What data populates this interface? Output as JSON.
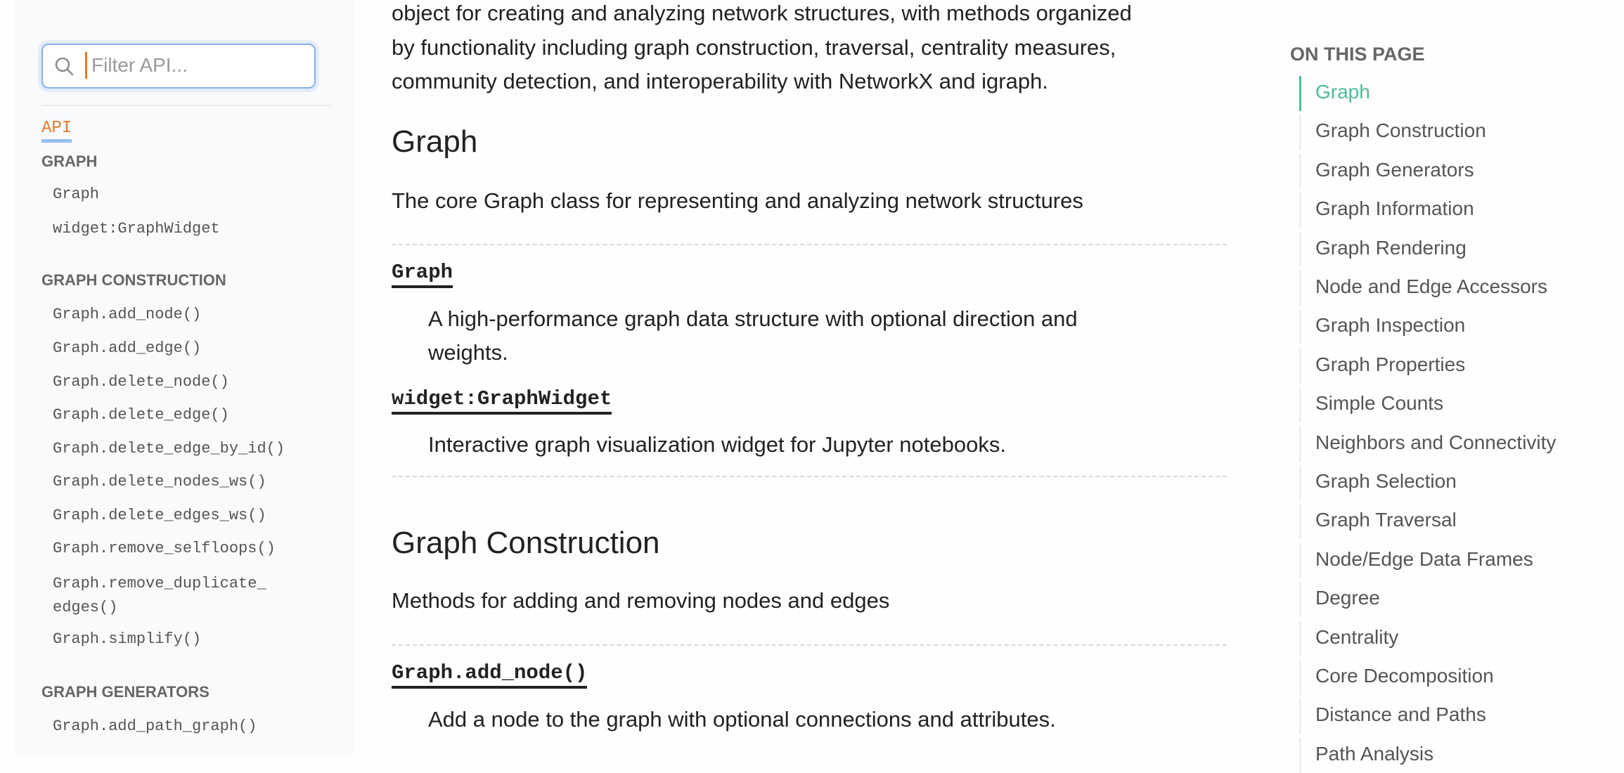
{
  "sidebar": {
    "search_placeholder": "Filter API...",
    "root_label": "API",
    "sections": [
      {
        "title": "GRAPH",
        "items": [
          "Graph",
          "widget:GraphWidget"
        ]
      },
      {
        "title": "GRAPH CONSTRUCTION",
        "items": [
          "Graph.add_node()",
          "Graph.add_edge()",
          "Graph.delete_node()",
          "Graph.delete_edge()",
          "Graph.delete_edge_by_id()",
          "Graph.delete_nodes_ws()",
          "Graph.delete_edges_ws()",
          "Graph.remove_selfloops()",
          "Graph.remove_duplicate_\nedges()",
          "Graph.simplify()"
        ]
      },
      {
        "title": "GRAPH GENERATORS",
        "items": [
          "Graph.add_path_graph()"
        ]
      }
    ]
  },
  "main": {
    "intro_lines": [
      "object for creating and analyzing network structures, with methods organized",
      "by functionality including graph construction, traversal, centrality measures,",
      "community detection, and interoperability with NetworkX and igraph."
    ],
    "sections": [
      {
        "title": "Graph",
        "description": "The core Graph class for representing and analyzing network structures",
        "entries": [
          {
            "name": "Graph",
            "lines": [
              "A high-performance graph data structure with optional direction and",
              "weights."
            ]
          },
          {
            "name": "widget:GraphWidget",
            "lines": [
              "Interactive graph visualization widget for Jupyter notebooks."
            ]
          }
        ]
      },
      {
        "title": "Graph Construction",
        "description": "Methods for adding and removing nodes and edges",
        "entries": [
          {
            "name": "Graph.add_node()",
            "lines": [
              "Add a node to the graph with optional connections and attributes."
            ]
          }
        ]
      }
    ]
  },
  "toc": {
    "heading": "ON THIS PAGE",
    "active_color": "#4dbb94",
    "items": [
      "Graph",
      "Graph Construction",
      "Graph Generators",
      "Graph Information",
      "Graph Rendering",
      "Node and Edge Accessors",
      "Graph Inspection",
      "Graph Properties",
      "Simple Counts",
      "Neighbors and Connectivity",
      "Graph Selection",
      "Graph Traversal",
      "Node/Edge Data Frames",
      "Degree",
      "Centrality",
      "Core Decomposition",
      "Distance and Paths",
      "Path Analysis"
    ],
    "active_index": 0
  }
}
